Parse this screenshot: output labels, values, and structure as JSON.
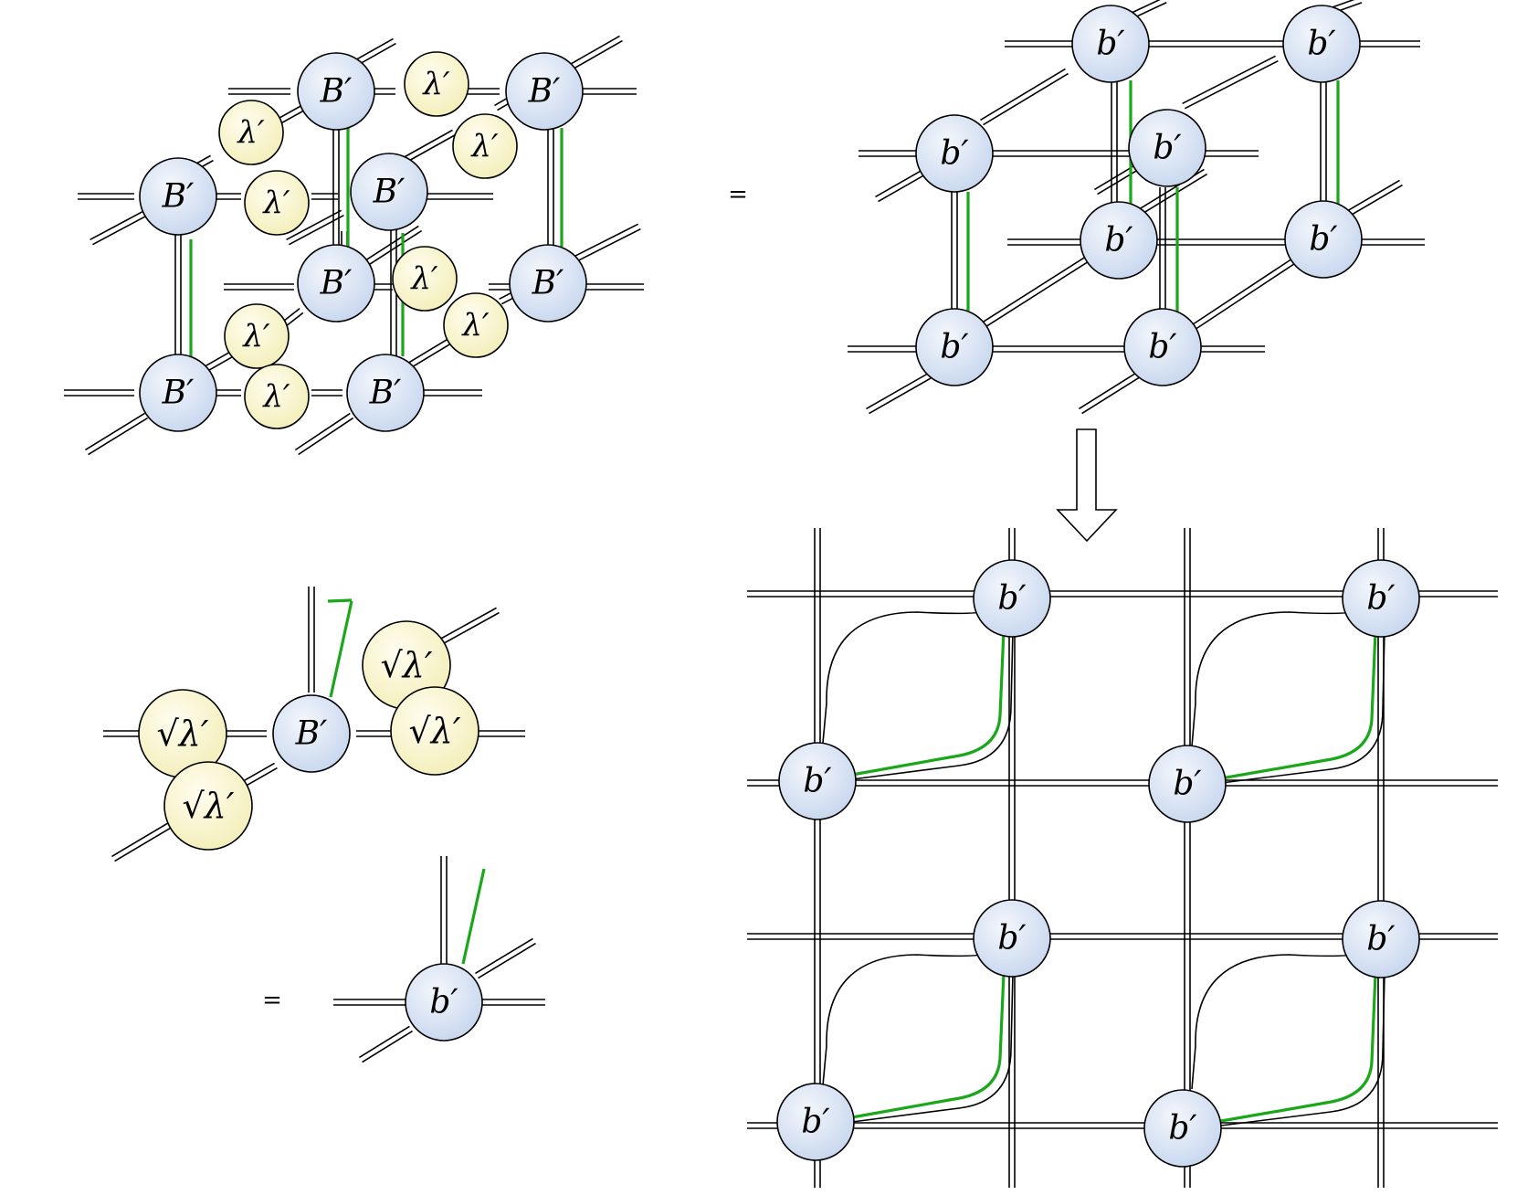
{
  "labels": {
    "B_prime": "B′",
    "b_prime": "b′",
    "lambda_prime": "λ′",
    "sqrt_lambda_prime": "√λ′",
    "equals": "="
  },
  "colors": {
    "b_node_fill": "#dfe8f5",
    "lambda_node_fill": "#fbf8cf",
    "green_line": "#1aa81a",
    "line": "#000000",
    "background": "#ffffff"
  },
  "icons": {
    "transform_arrow": "down-arrow-icon"
  }
}
